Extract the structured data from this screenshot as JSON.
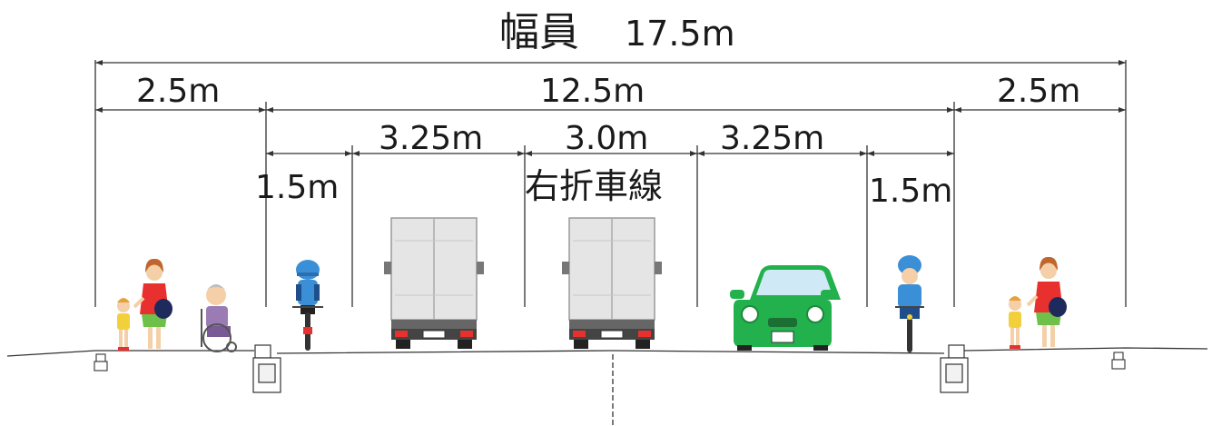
{
  "title": {
    "text": "幅員",
    "value": "17.5m"
  },
  "dimensions": {
    "left_sidewalk": "2.5m",
    "carriageway": "12.5m",
    "right_sidewalk": "2.5m",
    "left_lane": "3.25m",
    "turn_lane": "3.0m",
    "right_lane": "3.25m",
    "left_bike": "1.5m",
    "right_bike": "1.5m"
  },
  "turn_lane_label": "右折車線",
  "colors": {
    "line": "#333333",
    "car_green": "#22b14c",
    "truck_gray": "#d9d9d9",
    "helmet_blue": "#3b8fd6",
    "woman_red": "#e8312f",
    "dress_yellow": "#f2d03b"
  },
  "icons": [
    "pedestrian-mother-child",
    "elderly-wheelchair",
    "cyclist",
    "truck-rear",
    "green-car-front",
    "curb-block"
  ]
}
